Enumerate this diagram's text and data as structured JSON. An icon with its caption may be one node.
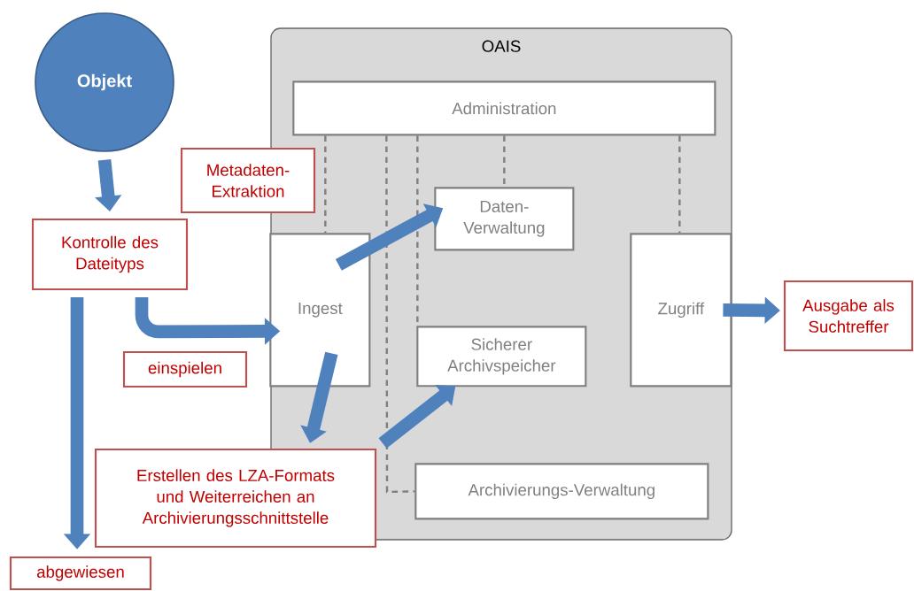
{
  "diagram": {
    "nodes": [
      {
        "text": [
          "Objekt"
        ]
      },
      {
        "text": [
          "Kontrolle des Dateityps"
        ]
      },
      {
        "text": [
          "abgewiesen"
        ]
      },
      {
        "text": [
          "einspielen"
        ]
      },
      {
        "text": [
          "OAIS"
        ]
      },
      {
        "text": [
          "Administration"
        ],
        "in": 4
      },
      {
        "text": [
          "Ingest"
        ],
        "in": 4
      },
      {
        "text": [
          "Metadaten-Extraktion"
        ]
      },
      {
        "text": [
          "Daten-Verwaltung"
        ],
        "in": 4
      },
      {
        "text": [
          "Sicherer Archivspeicher"
        ],
        "in": 4
      },
      {
        "text": [
          "Zugriff"
        ],
        "in": 4
      },
      {
        "text": [
          "Archivierungs-Verwaltung"
        ],
        "in": 4
      },
      {
        "text": [
          "Erstellen des LZA-Formats und Weiterreichen an Archivierungsschnittstelle"
        ]
      },
      {
        "text": [
          "Ausgabe als Suchtreffer"
        ]
      }
    ],
    "edges": [
      {
        "from": 0,
        "to": 1,
        "arrow": "to"
      },
      {
        "from": 1,
        "to": 2,
        "arrow": "to"
      },
      {
        "from": 1,
        "to": 6,
        "arrow": "to"
      },
      {
        "from": 6,
        "to": 8,
        "arrow": "to"
      },
      {
        "from": 6,
        "to": 12,
        "arrow": "to"
      },
      {
        "from": 12,
        "to": 9,
        "arrow": "to"
      },
      {
        "from": 10,
        "to": 13,
        "arrow": "to"
      },
      {
        "from": 5,
        "to": 6,
        "arrow": "none",
        "style": "dashed",
        "color": "#7f7f7f"
      },
      {
        "from": 5,
        "to": 11,
        "arrow": "none",
        "style": "dashed",
        "color": "#7f7f7f"
      },
      {
        "from": 5,
        "to": 9,
        "arrow": "none",
        "style": "dashed",
        "color": "#7f7f7f"
      },
      {
        "from": 5,
        "to": 8,
        "arrow": "none",
        "style": "dashed",
        "color": "#7f7f7f"
      },
      {
        "from": 5,
        "to": 10,
        "arrow": "none",
        "style": "dashed",
        "color": "#7f7f7f"
      }
    ]
  }
}
